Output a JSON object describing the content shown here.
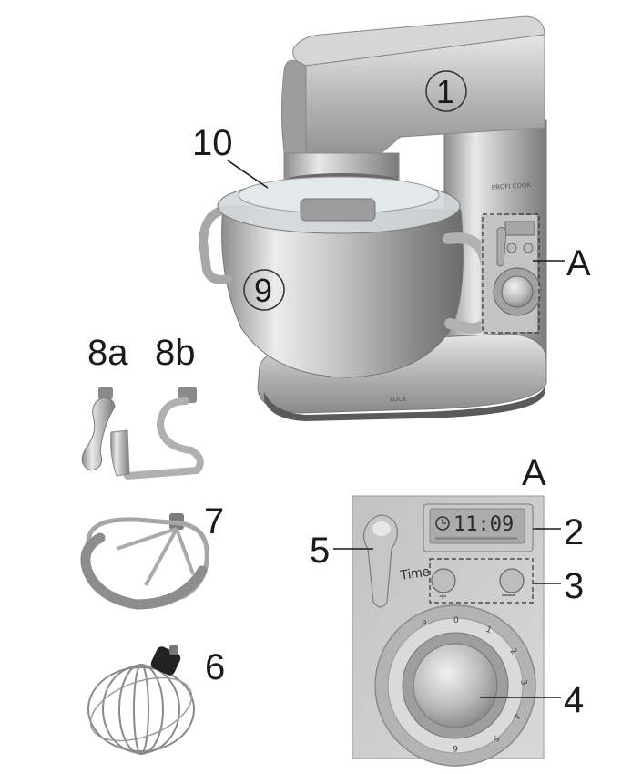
{
  "callouts": {
    "head": "1",
    "lid": "10",
    "bowl": "9",
    "panel": "A",
    "hook_a": "8a",
    "hook_b": "8b",
    "beater": "7",
    "whisk": "6",
    "lever": "5",
    "display": "2",
    "buttons": "3",
    "dial": "4"
  },
  "body": {
    "brand": "PROFI COOK",
    "lock": "LOCK"
  },
  "inset": {
    "title": "A",
    "display_time": "11:09",
    "time_label": "Time",
    "plus": "+",
    "minus": "—",
    "dial_marks": [
      "P",
      "0",
      "1",
      "2",
      "3",
      "4",
      "5",
      "6"
    ]
  },
  "icons": {
    "display": "clock-icon"
  },
  "colors": {
    "label": "#1a1a1a",
    "metal_light": "#e8e8e8",
    "metal_dark": "#7a7a7a",
    "inset_bg": "#c8c8c8"
  }
}
